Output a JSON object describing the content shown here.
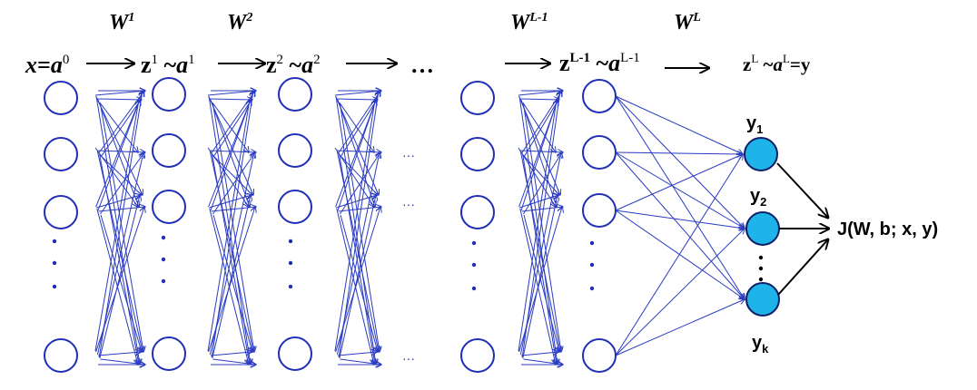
{
  "weights": {
    "w1": "W",
    "w1_sup": "1",
    "w2": "W",
    "w2_sup": "2",
    "wl1": "W",
    "wl1_sup": "L-1",
    "wl": "W",
    "wl_sup": "L"
  },
  "layers": {
    "x": "x",
    "eq": "=",
    "a": "a",
    "a0_sup": "0",
    "z": "z",
    "tilde": " ~",
    "sup1": "1",
    "sup2": "2",
    "supL1": "L-1",
    "supL": "L",
    "eq_y": "=y"
  },
  "ellipsis": "…",
  "mid_dots": "···",
  "outputs": {
    "y": "y",
    "sub1": "1",
    "sub2": "2",
    "subk": "k"
  },
  "loss": "J(W, b; x, y)",
  "colors": {
    "node_stroke": "#1f2fb5",
    "edge": "#2a3bc2",
    "output_fill": "#1eb4ea",
    "text": "#000000"
  }
}
